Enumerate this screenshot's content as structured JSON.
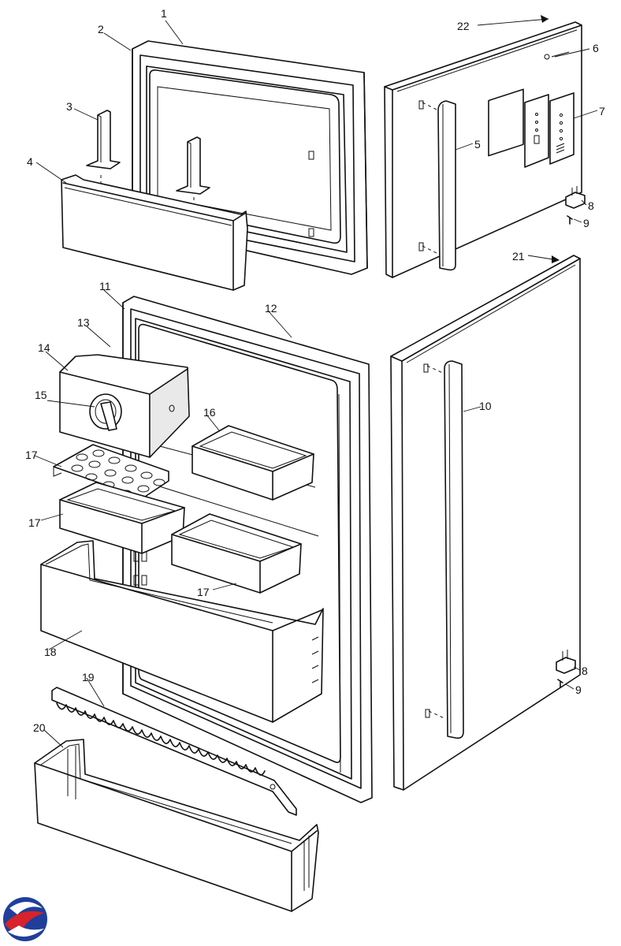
{
  "callouts": [
    "1",
    "2",
    "3",
    "4",
    "5",
    "6",
    "7",
    "8",
    "9",
    "10",
    "11",
    "12",
    "13",
    "14",
    "15",
    "16",
    "17",
    "17",
    "17",
    "18",
    "19",
    "20",
    "21",
    "22",
    "8",
    "9"
  ],
  "colors": {
    "line": "#111111",
    "logo_blue": "#1f3f9a",
    "logo_red": "#d8232a"
  },
  "logo": {
    "icon": "brand-swirl-logo"
  }
}
